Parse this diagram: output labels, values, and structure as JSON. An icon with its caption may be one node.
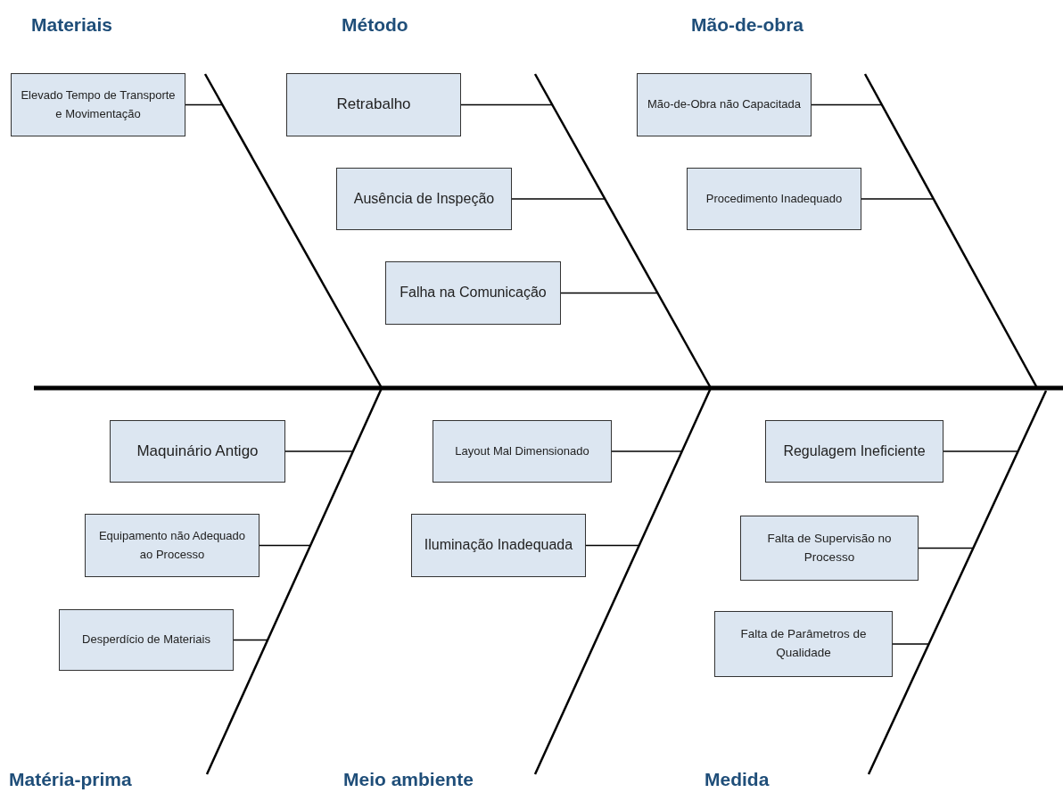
{
  "diagram": {
    "nodes": [
      {
        "text": [
          "Elevado Tempo de Transporte e Movimentação"
        ]
      },
      {
        "text": [
          "Retrabalho"
        ]
      },
      {
        "text": [
          "Ausência de Inspeção"
        ]
      },
      {
        "text": [
          "Falha na Comunicação"
        ]
      },
      {
        "text": [
          "Mão-de-Obra não Capacitada"
        ]
      },
      {
        "text": [
          "Procedimento Inadequado"
        ]
      },
      {
        "text": [
          "Maquinário Antigo"
        ]
      },
      {
        "text": [
          "Layout Mal Dimensionado"
        ]
      },
      {
        "text": [
          "Regulagem Ineficiente"
        ]
      },
      {
        "text": [
          "Equipamento não Adequado ao Processo"
        ]
      },
      {
        "text": [
          "Iluminação Inadequada"
        ]
      },
      {
        "text": [
          "Falta de Supervisão no Processo"
        ]
      },
      {
        "text": [
          "Desperdício de Materiais"
        ]
      },
      {
        "text": [
          "Falta de Parâmetros de Qualidade"
        ]
      },
      {
        "text": [],
        "shape": "line"
      },
      {
        "text": [],
        "shape": "line"
      },
      {
        "text": [],
        "shape": "line"
      },
      {
        "text": [],
        "shape": "line"
      },
      {
        "text": [],
        "shape": "line"
      },
      {
        "text": [],
        "shape": "line"
      }
    ],
    "edges": [
      {
        "from": 0,
        "to": 14,
        "arrow": "none"
      },
      {
        "from": 1,
        "to": 15,
        "arrow": "none"
      },
      {
        "from": 2,
        "to": 15,
        "arrow": "none"
      },
      {
        "from": 3,
        "to": 15,
        "arrow": "none"
      },
      {
        "from": 4,
        "to": 16,
        "arrow": "none"
      },
      {
        "from": 5,
        "to": 16,
        "arrow": "none"
      },
      {
        "from": 6,
        "to": 17,
        "arrow": "none"
      },
      {
        "from": 7,
        "to": 18,
        "arrow": "none"
      },
      {
        "from": 8,
        "to": 19,
        "arrow": "none"
      },
      {
        "from": 9,
        "to": 17,
        "arrow": "none"
      },
      {
        "from": 10,
        "to": 18,
        "arrow": "none"
      },
      {
        "from": 11,
        "to": 19,
        "arrow": "none"
      },
      {
        "from": 12,
        "to": 17,
        "arrow": "none"
      },
      {
        "from": 13,
        "to": 19,
        "arrow": "none"
      }
    ],
    "labels": [
      "Materiais",
      "Método",
      "Mão-de-obra",
      "Matéria-prima",
      "Meio ambiente",
      "Medida"
    ]
  }
}
